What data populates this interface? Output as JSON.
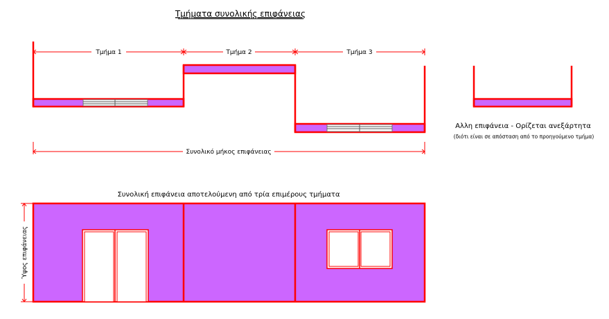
{
  "title": "Τμήματα συνολικής επιφάνειας",
  "segments": [
    {
      "label": "Τμήμα 1"
    },
    {
      "label": "Τμήμα 2"
    },
    {
      "label": "Τμήμα 3"
    }
  ],
  "total_length_label": "Συνολικό μήκος επιφάνειας",
  "separate_surface": {
    "title": "Αλλη επιφάνεια - Ορίζεται ανεξάρτητα",
    "note": "(διότι είναι σε απόσταση από το προηγούμενο τμήμα)"
  },
  "elevation": {
    "title": "Συνολική επιφάνεια αποτελούμενη από τρία επιμέρους τμήματα",
    "height_label": "Ύψος επιφάνειας"
  },
  "colors": {
    "wall_fill": "#cc66ff",
    "outline": "#ff0000",
    "dimension": "#ff0000"
  }
}
